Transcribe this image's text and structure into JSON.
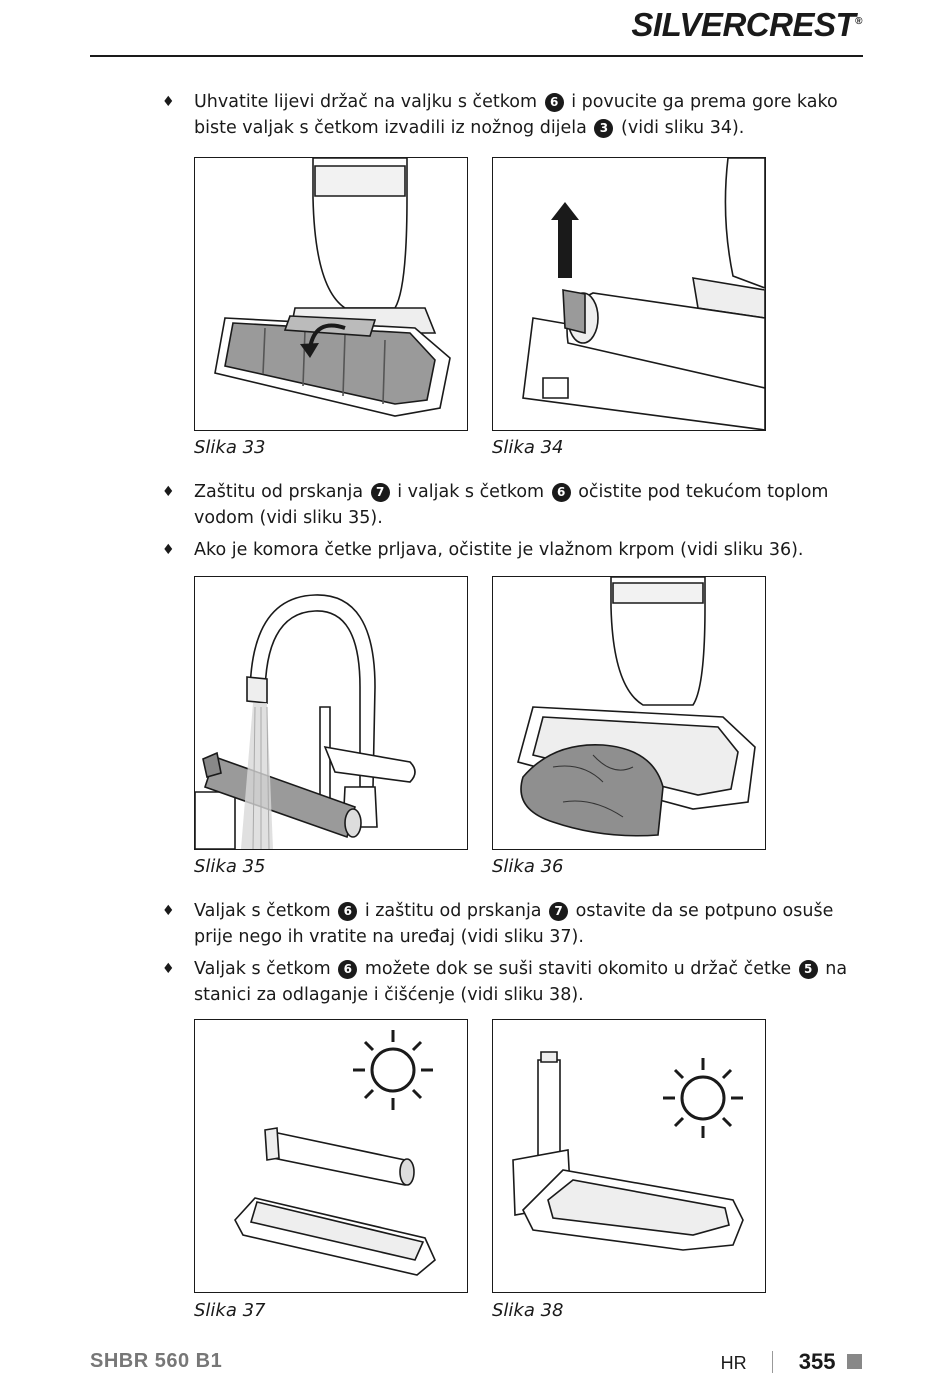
{
  "header": {
    "brand": "SILVERCREST",
    "reg": "®"
  },
  "bullets": {
    "b1": {
      "pre": "Uhvatite lijevi držač na valjku s četkom ",
      "n1": "6",
      "mid": " i povucite ga prema gore kako biste valjak s četkom izvadili iz nožnog dijela ",
      "n2": "3",
      "post": " (vidi sliku 34)."
    },
    "b2": {
      "pre": "Zaštitu od prskanja ",
      "n1": "7",
      "mid": " i valjak s četkom ",
      "n2": "6",
      "post": " očistite pod tekućom toplom vodom (vidi sliku 35)."
    },
    "b3": {
      "text": "Ako je komora četke prljava, očistite je vlažnom krpom (vidi sliku 36)."
    },
    "b4": {
      "pre": "Valjak s četkom ",
      "n1": "6",
      "mid": " i zaštitu od prskanja ",
      "n2": "7",
      "post": " ostavite da se potpuno osuše prije nego ih vratite na uređaj (vidi sliku 37)."
    },
    "b5": {
      "pre": "Valjak s četkom ",
      "n1": "6",
      "mid": " možete dok se suši staviti okomito u držač četke ",
      "n2": "5",
      "post": " na stanici za odlaganje i čišćenje (vidi sliku 38)."
    }
  },
  "figures": {
    "f33": "Slika 33",
    "f34": "Slika 34",
    "f35": "Slika 35",
    "f36": "Slika 36",
    "f37": "Slika 37",
    "f38": "Slika 38"
  },
  "footer": {
    "model": "SHBR 560 B1",
    "lang": "HR",
    "page": "355"
  },
  "icons": {
    "bullet": "diamond-bullet-icon",
    "weather": "sun-icon",
    "motion": "arrow-icon"
  },
  "colors": {
    "ink": "#1a1a1a",
    "gray_part": "#9a9a9a",
    "light_part": "#e6e6e6"
  }
}
